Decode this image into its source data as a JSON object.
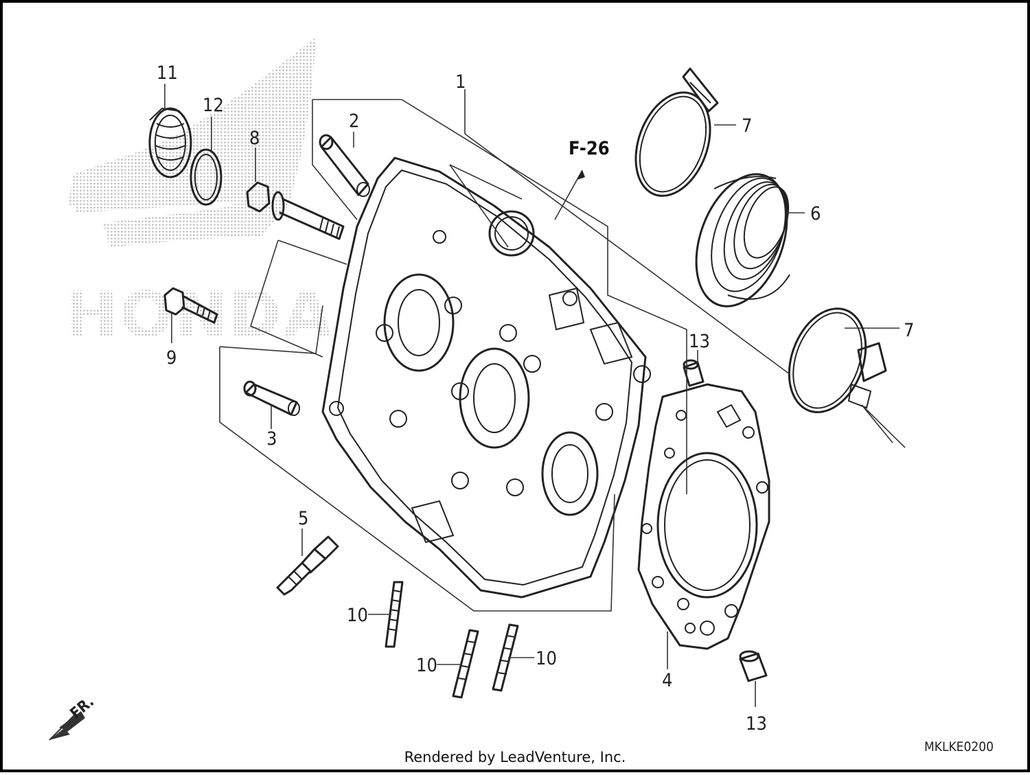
{
  "diagram": {
    "callouts": {
      "c1": "1",
      "c2": "2",
      "c3": "3",
      "c4": "4",
      "c5": "5",
      "c6": "6",
      "c7a": "7",
      "c7b": "7",
      "c8": "8",
      "c9": "9",
      "c10a": "10",
      "c10b": "10",
      "c10c": "10",
      "c11": "11",
      "c12": "12",
      "c13a": "13",
      "c13b": "13"
    },
    "reference": "F-26",
    "watermark": "HONDA",
    "diagram_code": "MKLKE0200",
    "direction_label": "FR."
  },
  "footer": {
    "text": "Rendered by LeadVenture, Inc."
  },
  "colors": {
    "line": "#222222",
    "watermark": "#cfcfcf",
    "border": "#000000"
  }
}
